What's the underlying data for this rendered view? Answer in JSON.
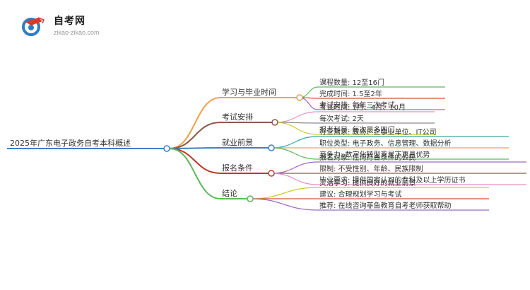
{
  "logo": {
    "title": "自考网",
    "subtitle": "zikao-zikao.com"
  },
  "mindmap": {
    "root": {
      "label": "2025年广东电子政务自考本科概述",
      "color": "#3d7fc4"
    },
    "branches": [
      {
        "label": "学习与毕业时间",
        "color": "#f0a24b",
        "children": [
          {
            "label": "课程数量: 12至16门",
            "color": "#5fb85c"
          },
          {
            "label": "完成时间: 1.5至2年",
            "color": "#e04a3f"
          },
          {
            "label": "考试安排: 每年三次考试",
            "color": "#9b6cc7"
          }
        ]
      },
      {
        "label": "考试安排",
        "color": "#8b5a4a",
        "children": [
          {
            "label": "考试时间: 1月、4月、10月",
            "color": "#e98fc2"
          },
          {
            "label": "每次考试: 2天",
            "color": "#8c8c8c"
          },
          {
            "label": "报考科目: 每次最多四门",
            "color": "#c9c92e"
          }
        ]
      },
      {
        "label": "就业前景",
        "color": "#3d7fc4",
        "children": [
          {
            "label": "行业需求: 政府、企事业单位、IT公司",
            "color": "#3aa7a0"
          },
          {
            "label": "职位类型: 电子政务、信息管理、数据分析",
            "color": "#f0a24b"
          },
          {
            "label": "竞争力: 数字化转型背景下更具优势",
            "color": "#5fb85c"
          }
        ]
      },
      {
        "label": "报名条件",
        "color": "#c0392b",
        "children": [
          {
            "label": "报名对象: 任何符合条件的公民",
            "color": "#9b6cc7"
          },
          {
            "label": "限制: 不受性别、年龄、民族限制",
            "color": "#8b5a4a"
          },
          {
            "label": "毕业要求: 提供国家认可的专科及以上学历证书",
            "color": "#e98fc2"
          }
        ]
      },
      {
        "label": "结论",
        "color": "#5fb85c",
        "children": [
          {
            "label": "灵活学习: 提供良好的就业前景",
            "color": "#c9c92e"
          },
          {
            "label": "建议: 合理规划学习与考试",
            "color": "#e04a3f"
          },
          {
            "label": "推荐: 在线咨询菲鱼教育自考老师获取帮助",
            "color": "#9b6cc7"
          }
        ]
      }
    ]
  }
}
